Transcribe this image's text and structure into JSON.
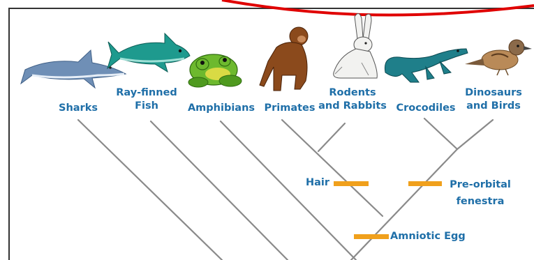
{
  "taxa": [
    {
      "id": "sharks",
      "label": "Sharks",
      "icon": "shark-icon"
    },
    {
      "id": "ray-finned-fish",
      "label": "Ray-finned\nFish",
      "icon": "fish-icon"
    },
    {
      "id": "amphibians",
      "label": "Amphibians",
      "icon": "frog-icon"
    },
    {
      "id": "primates",
      "label": "Primates",
      "icon": "ape-icon"
    },
    {
      "id": "rodents-rabbits",
      "label": "Rodents\nand Rabbits",
      "icon": "rabbit-icon"
    },
    {
      "id": "crocodiles",
      "label": "Crocodiles",
      "icon": "crocodile-icon"
    },
    {
      "id": "dinosaurs-birds",
      "label": "Dinosaurs\nand Birds",
      "icon": "bird-icon"
    }
  ],
  "traits": [
    {
      "id": "hair",
      "label": "Hair"
    },
    {
      "id": "pre-orbital-fenestra",
      "label": "Pre-orbital\nfenestra"
    },
    {
      "id": "amniotic-egg",
      "label": "Amniotic Egg"
    }
  ],
  "colors": {
    "label": "#1f6fa8",
    "branch": "#8a8a8a",
    "trait_bar": "#f0a01c",
    "annotation": "#e00000"
  }
}
